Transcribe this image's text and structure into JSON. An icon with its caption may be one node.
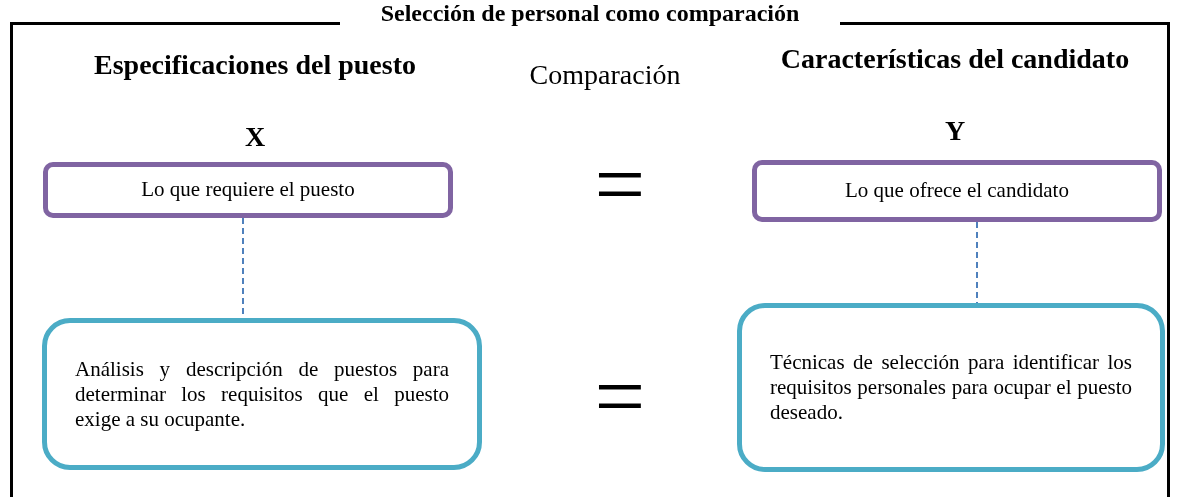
{
  "diagram": {
    "title": "Selección de personal como comparación",
    "nodes": [
      {
        "text": [
          "Lo que requiere el puesto"
        ]
      },
      {
        "text": [
          "Lo que ofrece el candidato"
        ]
      },
      {
        "text": [
          "Análisis y descripción de puestos para determinar los requisitos que el puesto exige a su ocupante."
        ]
      },
      {
        "text": [
          "Técnicas de selección para identificar los requisitos personales para ocupar el puesto deseado."
        ]
      }
    ],
    "edges": [
      {
        "from": 0,
        "to": 2,
        "arrow": "none",
        "style": "dashed"
      },
      {
        "from": 1,
        "to": 3,
        "arrow": "none",
        "style": "dashed"
      }
    ],
    "labels": [
      "Especificaciones del puesto",
      "X",
      "Comparación",
      "Características del candidato",
      "Y",
      "=",
      "="
    ]
  }
}
